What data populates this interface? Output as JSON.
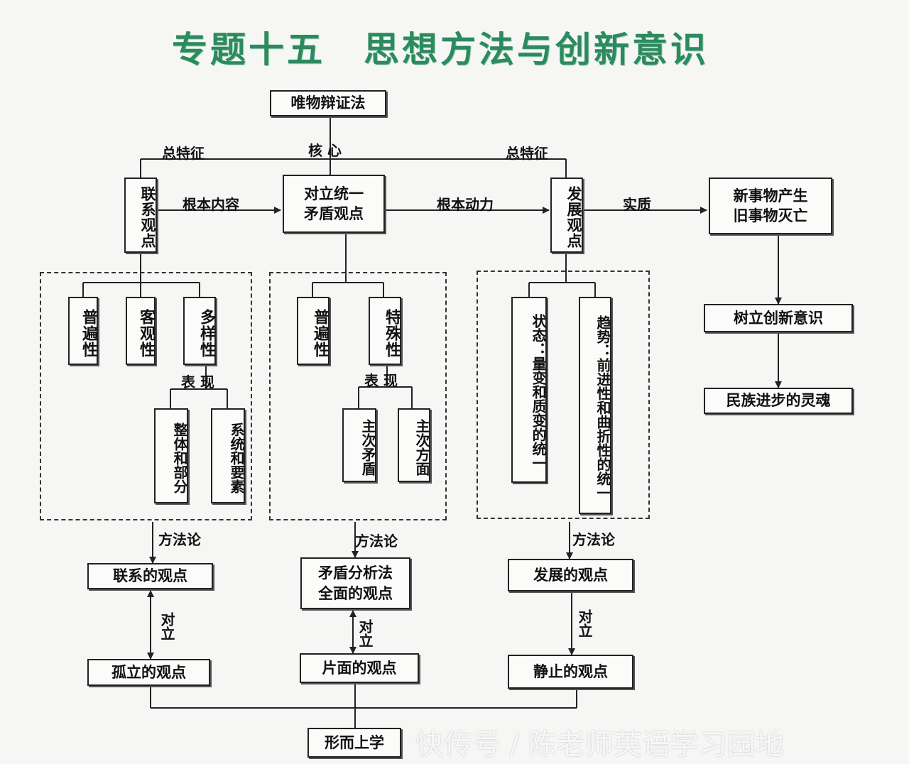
{
  "title": "专题十五　思想方法与创新意识",
  "root": "唯物辩证法",
  "edge_labels": {
    "zong_left": "总特征",
    "core": "核 心",
    "zong_right": "总特征",
    "root_content": "根本内容",
    "root_power": "根本动力",
    "essence": "实质",
    "manifest_left": "表 现",
    "manifest_mid": "表 现",
    "method_left": "方法论",
    "method_mid": "方法论",
    "method_right": "方法论",
    "oppose_left": "对立",
    "oppose_mid": "对立",
    "oppose_right": "对立"
  },
  "nodes": {
    "lianxi": "联系观点",
    "duili": "对立统一\n矛盾观点",
    "fazhan": "发展观点",
    "newthing": "新事物产生\n旧事物灭亡",
    "pu1": "普遍性",
    "ke": "客观性",
    "duo": "多样性",
    "zhengti": "整体和部分",
    "xitong": "系统和要素",
    "pu2": "普遍性",
    "te": "特殊性",
    "zhuci_mao": "主次矛盾",
    "zhuci_fang": "主次方面",
    "zhuangtai": "状态：量变和质变的统一",
    "qushi": "趋势：前进性和曲折性的统一",
    "shuli": "树立创新意识",
    "minzu": "民族进步的灵魂",
    "lianxi_view": "联系的观点",
    "maodun": "矛盾分析法\n全面的观点",
    "fazhan_view": "发展的观点",
    "guli": "孤立的观点",
    "pianmian": "片面的观点",
    "jingzhi": "静止的观点",
    "xing": "形而上学"
  },
  "watermark": "快传号 / 陈老师英语学习园地"
}
